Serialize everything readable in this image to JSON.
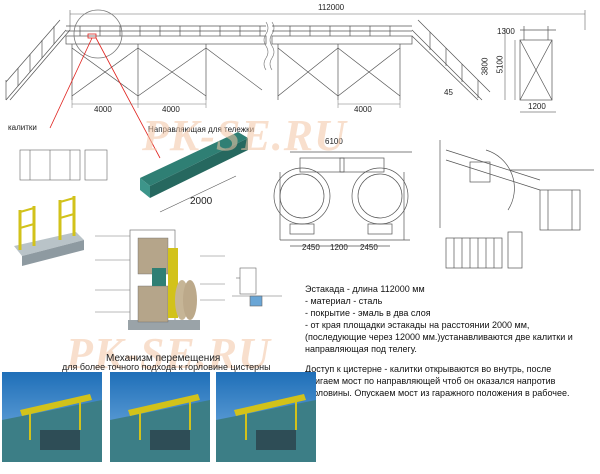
{
  "top": {
    "total_length": "112000",
    "span_left": "4000",
    "span_mid": "4000",
    "span_right": "4000",
    "h_1300": "1300",
    "h_3800": "3800",
    "h_5100": "5100",
    "angle": "45",
    "w_1200_top": "1200"
  },
  "labels": {
    "gates": "калитки",
    "guide": "Направляющая для тележки",
    "guide_len": "2000",
    "width_6100": "6100",
    "b_2450_left": "2450",
    "b_1200": "1200",
    "b_2450_right": "2450"
  },
  "watermark": {
    "text": "PK-SE.RU"
  },
  "description": {
    "lines": [
      "Эстакада - длина 112000 мм",
      "- материал - сталь",
      "- покрытие - эмаль в два слоя",
      "- от края площадки эстакады на расстоянии 2000 мм,",
      "(последующие через 12000 мм.)устанавливаются две калитки и",
      "направляющая под телегу."
    ],
    "access_lines": [
      "Доступ к цистерне - калитки открываются во внутрь, после",
      "двигаем мост по направляющей чтоб он оказался напротив",
      "горловины. Опускаем мост из гаражного положения в рабочее."
    ]
  },
  "mechanism": {
    "title": "Механизм перемещения",
    "subtitle": "для более точного подхода к горловине цистерны"
  },
  "colors": {
    "accent_red": "#e0201c",
    "frame_green": "#2f7f74",
    "rail_yellow": "#d2c21a",
    "line": "#555555"
  }
}
